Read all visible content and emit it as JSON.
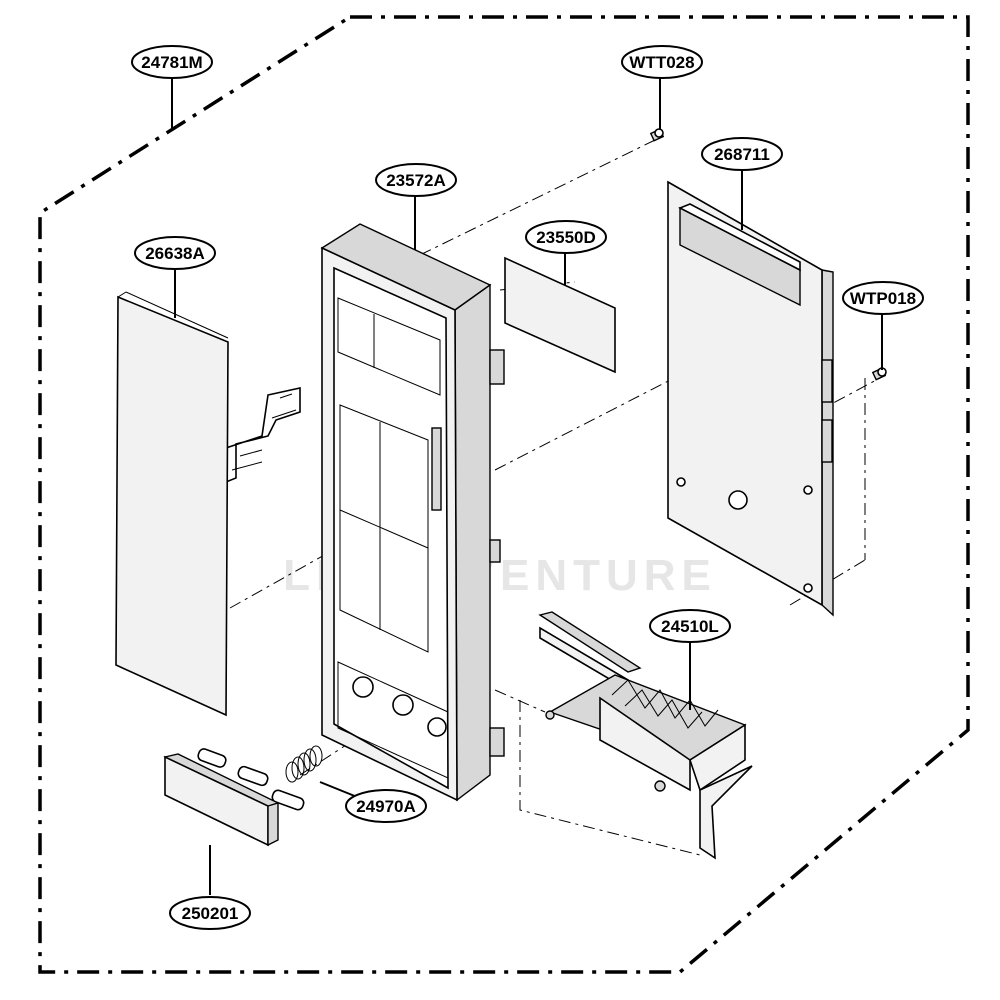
{
  "labels": {
    "frame": "24781M",
    "screw_top": "WTT028",
    "control_panel": "23572A",
    "pcb": "268711",
    "window": "23550D",
    "membrane": "26638A",
    "screw_side": "WTP018",
    "latch_lever": "24510L",
    "spring": "24970A",
    "button": "250201"
  },
  "watermark": "LEARNVENTURE"
}
